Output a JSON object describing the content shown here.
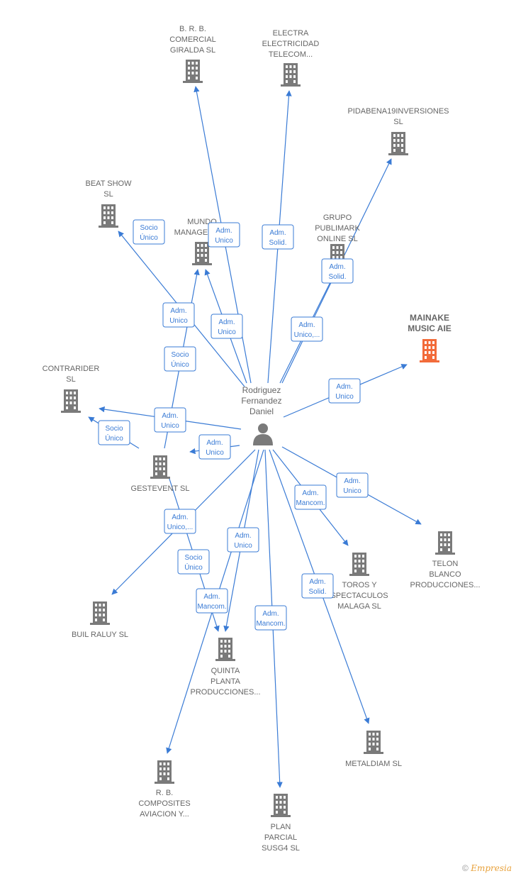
{
  "center": {
    "label": [
      "Rodriguez",
      "Fernandez",
      "Daniel"
    ]
  },
  "companies": [
    {
      "id": "brb",
      "label": [
        "B.  R. B.",
        "COMERCIAL",
        "GIRALDA SL"
      ]
    },
    {
      "id": "electra",
      "label": [
        "ELECTRA",
        "ELECTRICIDAD",
        "TELECOM..."
      ]
    },
    {
      "id": "pidabena",
      "label": [
        "PIDABENA19INVERSIONES",
        "SL"
      ]
    },
    {
      "id": "beat",
      "label": [
        "BEAT SHOW",
        "SL"
      ]
    },
    {
      "id": "mundo",
      "label": [
        "MUNDO",
        "MANAGEMENT"
      ]
    },
    {
      "id": "publimark",
      "label": [
        "GRUPO",
        "PUBLIMARK",
        "ONLINE  SL"
      ]
    },
    {
      "id": "mainake",
      "label": [
        "MAINAKE",
        "MUSIC AIE"
      ],
      "highlight": true
    },
    {
      "id": "contrarider",
      "label": [
        "CONTRARIDER",
        "SL"
      ]
    },
    {
      "id": "gestevent",
      "label": [
        "GESTEVENT SL"
      ]
    },
    {
      "id": "telon",
      "label": [
        "TELON",
        "BLANCO",
        "PRODUCCIONES..."
      ]
    },
    {
      "id": "toros",
      "label": [
        "TOROS Y",
        "SPECTACULOS",
        "MALAGA  SL"
      ]
    },
    {
      "id": "buil",
      "label": [
        "BUIL RALUY SL"
      ]
    },
    {
      "id": "quinta",
      "label": [
        "QUINTA",
        "PLANTA",
        "PRODUCCIONES..."
      ]
    },
    {
      "id": "metaldiam",
      "label": [
        "METALDIAM  SL"
      ]
    },
    {
      "id": "composites",
      "label": [
        "R.  B.",
        "COMPOSITES",
        "AVIACION Y..."
      ]
    },
    {
      "id": "plan",
      "label": [
        "PLAN",
        "PARCIAL",
        "SUSG4  SL"
      ]
    }
  ],
  "badges": [
    {
      "id": "b-brb",
      "lines": [
        "Adm.",
        "Unico"
      ]
    },
    {
      "id": "b-electra",
      "lines": [
        "Adm.",
        "Solid."
      ]
    },
    {
      "id": "b-pidabena",
      "lines": [
        "Adm.",
        "Solid."
      ]
    },
    {
      "id": "b-beat-socio",
      "lines": [
        "Socio",
        "Único"
      ]
    },
    {
      "id": "b-beat-adm",
      "lines": [
        "Adm.",
        "Unico"
      ]
    },
    {
      "id": "b-mundo",
      "lines": [
        "Adm.",
        "Unico"
      ]
    },
    {
      "id": "b-publimark",
      "lines": [
        "Adm.",
        "Unico,..."
      ]
    },
    {
      "id": "b-gest-socio-mundo",
      "lines": [
        "Socio",
        "Único"
      ]
    },
    {
      "id": "b-mainake",
      "lines": [
        "Adm.",
        "Unico"
      ]
    },
    {
      "id": "b-contrarider",
      "lines": [
        "Adm.",
        "Unico"
      ]
    },
    {
      "id": "b-contrarider-socio",
      "lines": [
        "Socio",
        "Único"
      ]
    },
    {
      "id": "b-gestevent",
      "lines": [
        "Adm.",
        "Unico"
      ]
    },
    {
      "id": "b-telon",
      "lines": [
        "Adm.",
        "Unico"
      ]
    },
    {
      "id": "b-toros",
      "lines": [
        "Adm.",
        "Mancom."
      ]
    },
    {
      "id": "b-buil",
      "lines": [
        "Adm.",
        "Unico,..."
      ]
    },
    {
      "id": "b-quinta-adm",
      "lines": [
        "Adm.",
        "Unico"
      ]
    },
    {
      "id": "b-quinta-socio",
      "lines": [
        "Socio",
        "Único"
      ]
    },
    {
      "id": "b-quinta-mancom",
      "lines": [
        "Adm.",
        "Mancom."
      ]
    },
    {
      "id": "b-plan",
      "lines": [
        "Adm.",
        "Mancom."
      ]
    },
    {
      "id": "b-metaldiam",
      "lines": [
        "Adm.",
        "Solid."
      ]
    }
  ],
  "colors": {
    "edge": "#3a7bd5",
    "building": "#7a7a7a",
    "highlight": "#f26b3a",
    "person": "#7a7a7a"
  },
  "footer": {
    "copyright": "©",
    "brand": "Empresia"
  }
}
